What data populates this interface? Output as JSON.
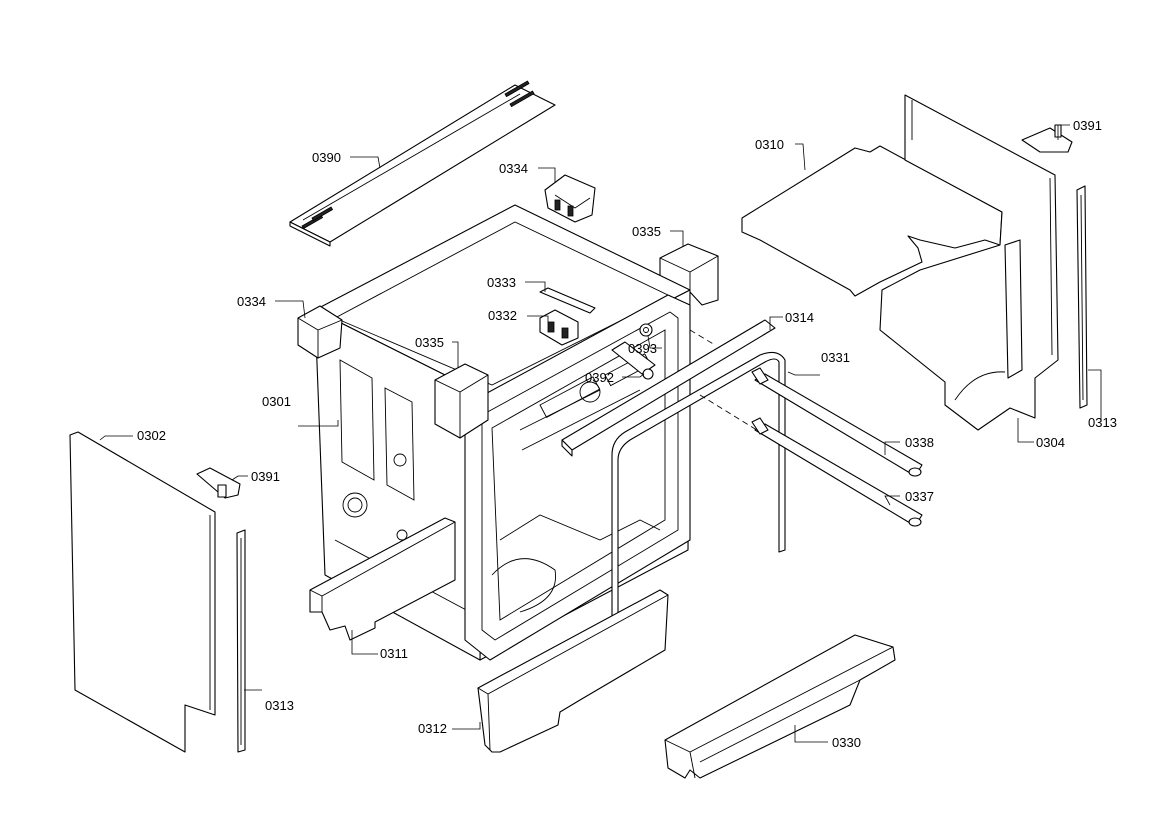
{
  "labels": {
    "p0390": "0390",
    "p0334a": "0334",
    "p0334b": "0334",
    "p0310": "0310",
    "p0391a": "0391",
    "p0391b": "0391",
    "p0335a": "0335",
    "p0335b": "0335",
    "p0333": "0333",
    "p0332": "0332",
    "p0314": "0314",
    "p0393": "0393",
    "p0392": "0392",
    "p0331": "0331",
    "p0301": "0301",
    "p0302": "0302",
    "p0338": "0338",
    "p0337": "0337",
    "p0304": "0304",
    "p0313a": "0313",
    "p0313b": "0313",
    "p0311": "0311",
    "p0312": "0312",
    "p0330": "0330"
  }
}
